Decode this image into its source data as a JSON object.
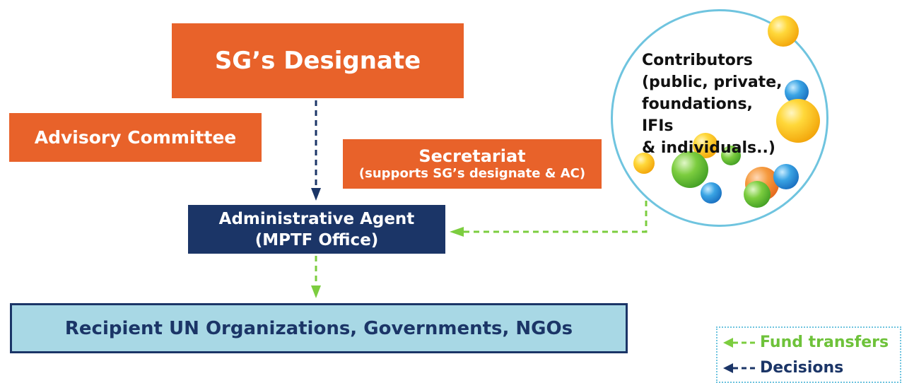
{
  "nodes": {
    "sg_designate": "SG’s Designate",
    "advisory_committee": "Advisory Committee",
    "secretariat": {
      "title": "Secretariat",
      "subtitle": "(supports SG’s designate & AC)"
    },
    "administrative_agent": {
      "line1": "Administrative Agent",
      "line2": "(MPTF Office)"
    },
    "recipients": "Recipient UN Organizations, Governments, NGOs",
    "contributors": {
      "line1": "Contributors",
      "line2": "(public, private,",
      "line3": "foundations, IFIs",
      "line4": "& individuals..)"
    }
  },
  "legend": {
    "fund_transfers": "Fund transfers",
    "decisions": "Decisions"
  },
  "colors": {
    "orange": "#e8622a",
    "navy": "#1b3567",
    "light_blue": "#a8d8e5",
    "fund_arrow": "#7ccd3f",
    "decision_arrow": "#1b3567",
    "circle_border": "#6fc4df"
  }
}
